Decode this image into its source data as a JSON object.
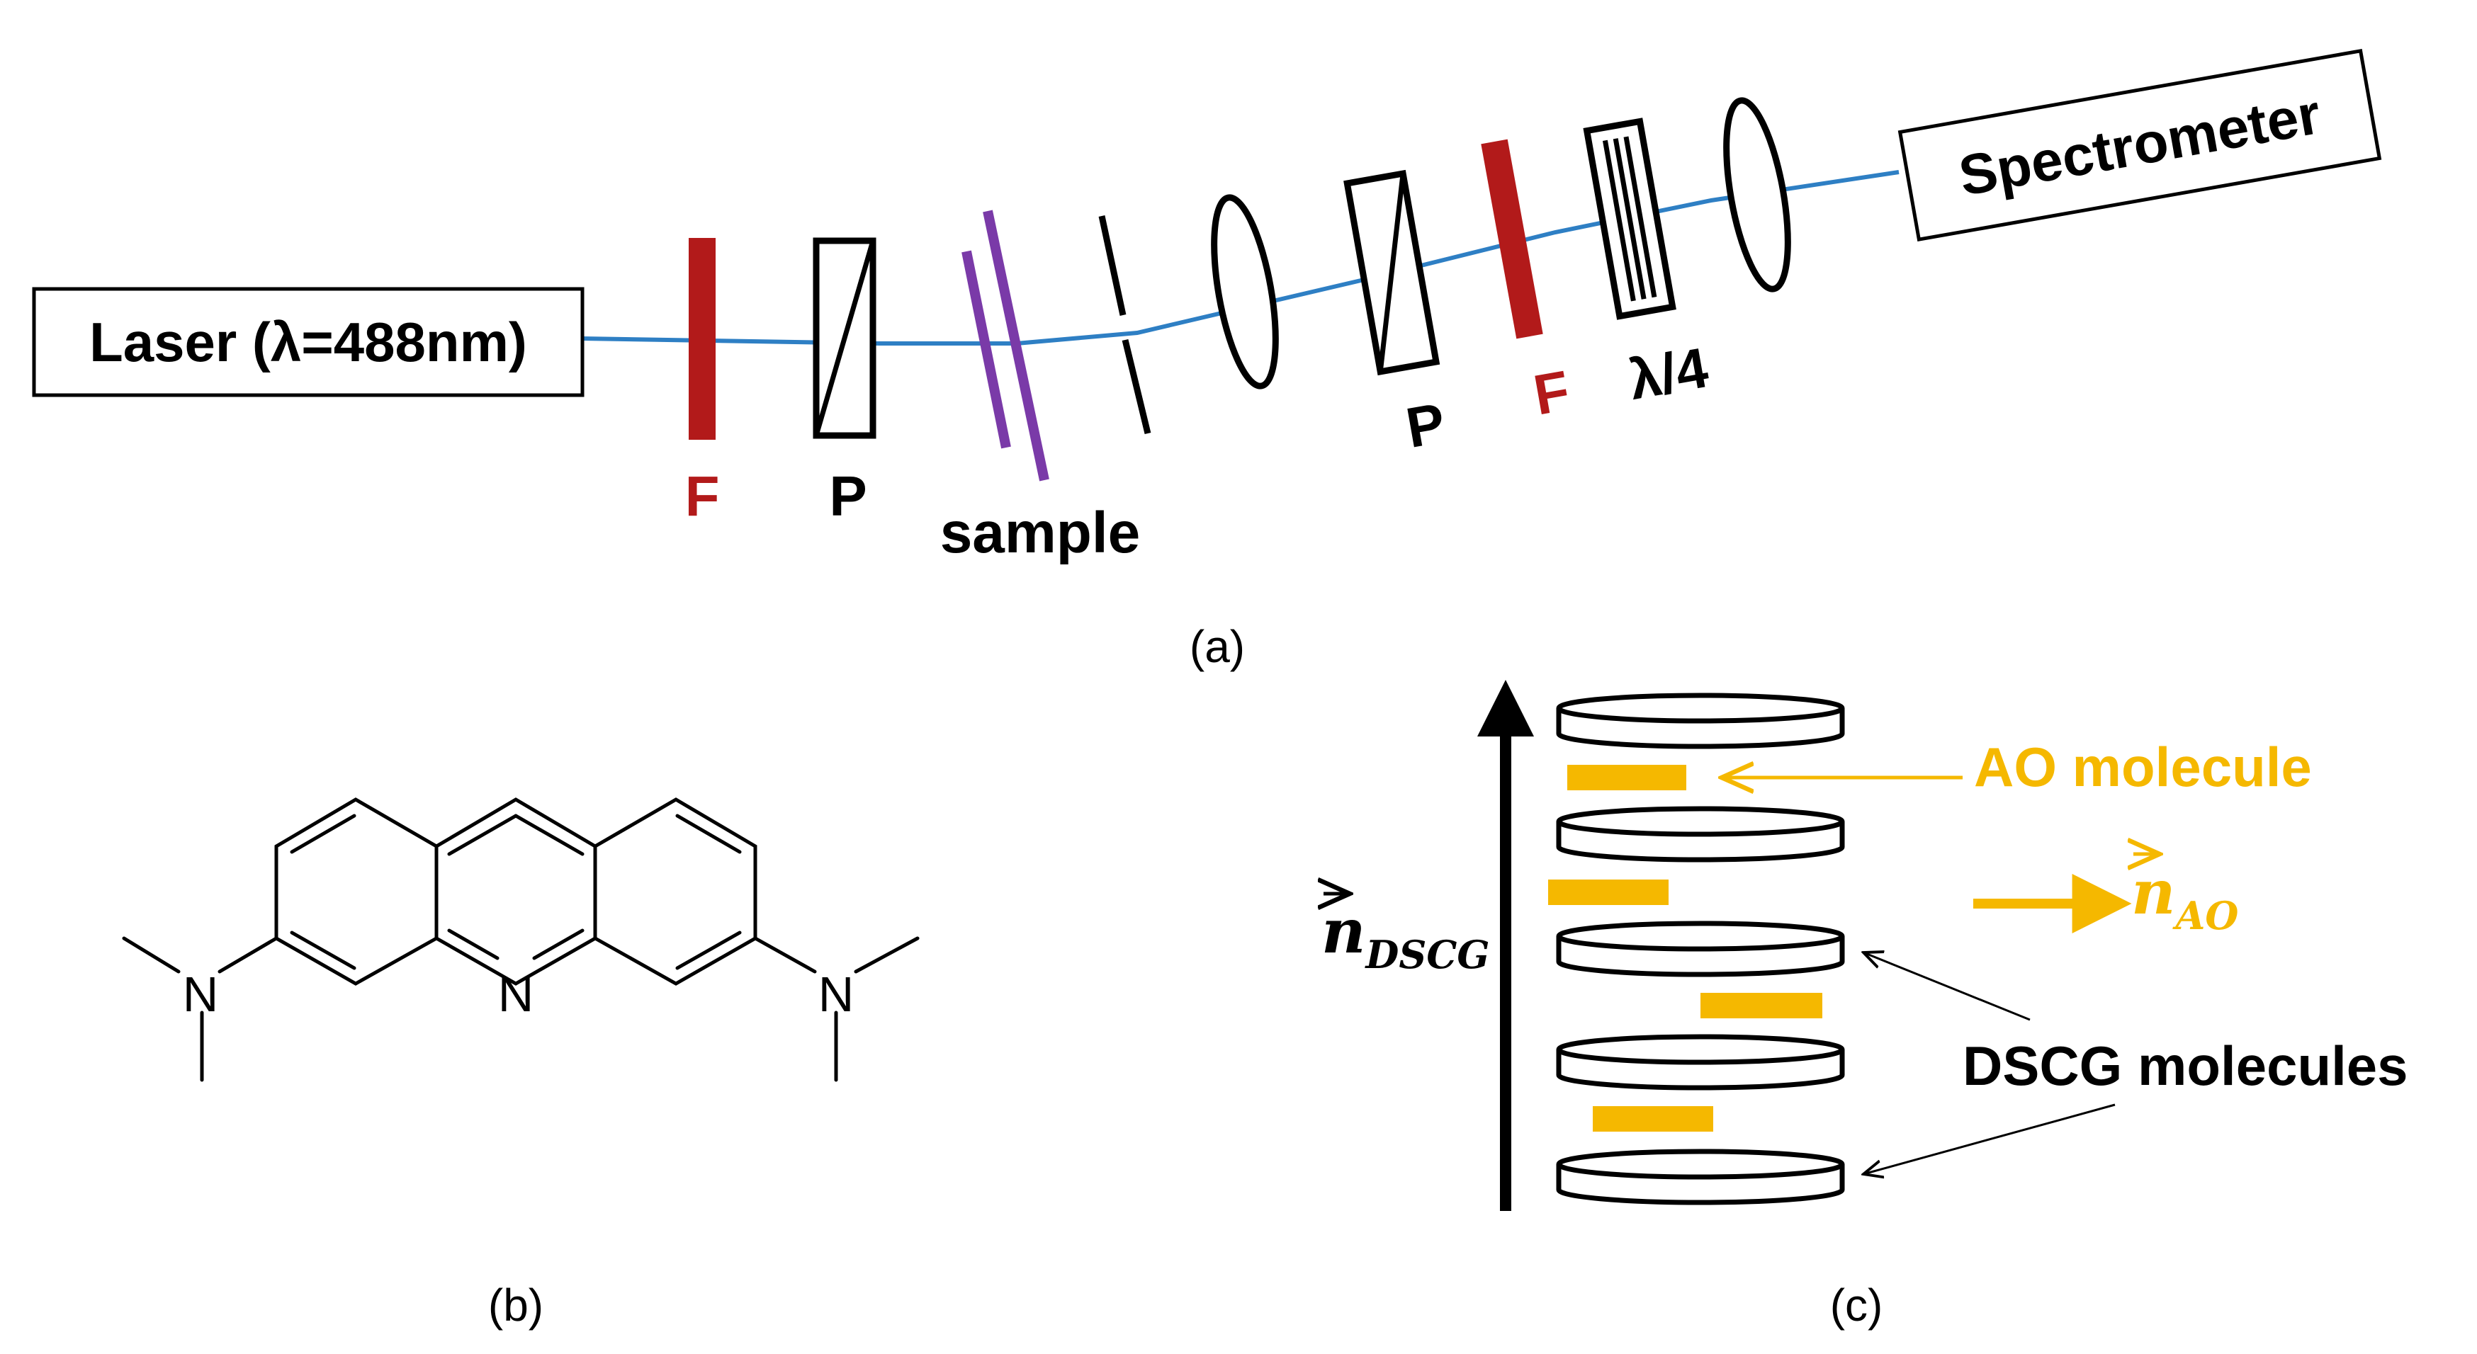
{
  "panel_a": {
    "caption": "(a)",
    "laser_label": "Laser (λ=488nm)",
    "spectrometer_label": "Spectrometer",
    "filter_label_1": "F",
    "polarizer_label_1": "P",
    "sample_label": "sample",
    "polarizer_label_2": "P",
    "filter_label_2": "F",
    "waveplate_label": "λ/4",
    "colors": {
      "beam": "#2e7fc4",
      "filter": "#b21a1a",
      "sample": "#7a3aa8",
      "optics": "#000000"
    }
  },
  "panel_b": {
    "caption": "(b)",
    "atom_n_left": "N",
    "atom_n_center": "N",
    "atom_n_right": "N"
  },
  "panel_c": {
    "caption": "(c)",
    "n_dscg_vector": "n",
    "n_dscg_sub": "DSCG",
    "ao_label": "AO molecule",
    "n_ao_vector": "n",
    "n_ao_sub": "AO",
    "dscg_label": "DSCG molecules",
    "colors": {
      "ao": "#f5b800",
      "dscg": "#000000"
    }
  }
}
